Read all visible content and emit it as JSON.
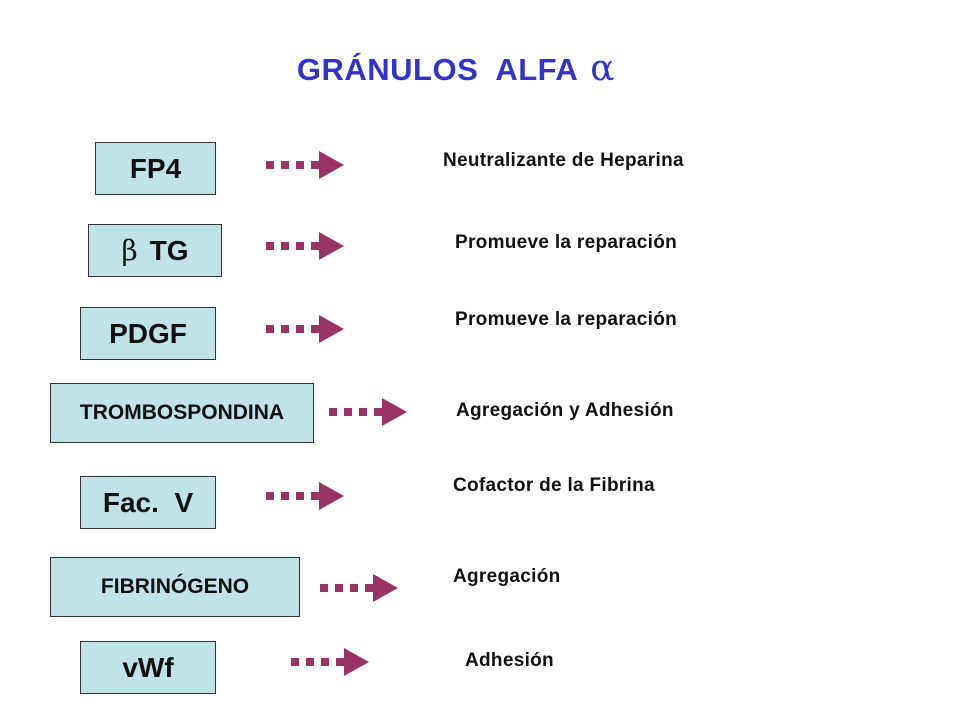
{
  "title": {
    "text": "GRÁNULOS  ALFA",
    "symbol": "α",
    "color": "#3333cc"
  },
  "colors": {
    "box_fill": "#bfe3e6",
    "arrow": "#993366"
  },
  "rows": [
    {
      "symbol": "",
      "label": "FP4",
      "description": "Neutralizante de Heparina"
    },
    {
      "symbol": "β",
      "label": "TG",
      "description": "Promueve la reparación"
    },
    {
      "symbol": "",
      "label": "PDGF",
      "description": "Promueve la reparación"
    },
    {
      "symbol": "",
      "label": "TROMBOSPONDINA",
      "description": "Agregación y Adhesión"
    },
    {
      "symbol": "",
      "label": "Fac.  V",
      "description": "Cofactor de la Fibrina"
    },
    {
      "symbol": "",
      "label": "FIBRINÓGENO",
      "description": "Agregación"
    },
    {
      "symbol": "",
      "label": "vWf",
      "description": "Adhesión"
    }
  ]
}
